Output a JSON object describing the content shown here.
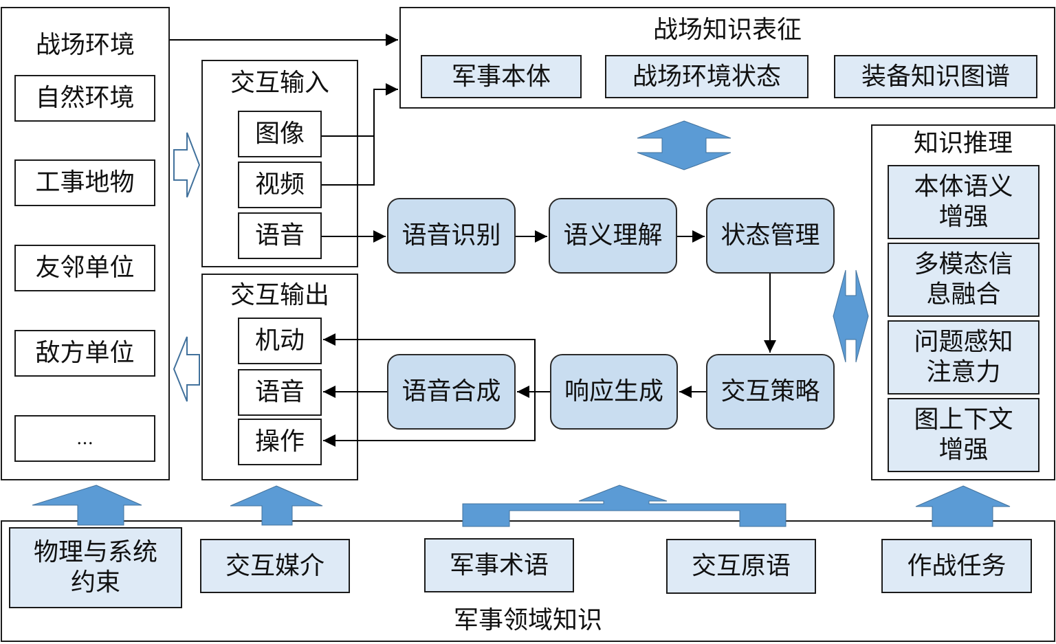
{
  "battlefield_env": {
    "title": "战场环境",
    "items": [
      "自然环境",
      "工事地物",
      "友邻单位",
      "敌方单位",
      "..."
    ]
  },
  "interaction_input": {
    "title": "交互输入",
    "items": [
      "图像",
      "视频",
      "语音"
    ]
  },
  "interaction_output": {
    "title": "交互输出",
    "items": [
      "机动",
      "语音",
      "操作"
    ]
  },
  "knowledge_repr": {
    "title": "战场知识表征",
    "items": [
      "军事本体",
      "战场环境状态",
      "装备知识图谱"
    ]
  },
  "knowledge_reasoning": {
    "title": "知识推理",
    "items": [
      "本体语义\n增强",
      "多模态信\n息融合",
      "问题感知\n注意力",
      "图上下文\n增强"
    ]
  },
  "pipeline": {
    "speech_recognition": "语音识别",
    "semantic_understanding": "语义理解",
    "state_management": "状态管理",
    "interaction_strategy": "交互策略",
    "response_generation": "响应生成",
    "speech_synthesis": "语音合成"
  },
  "domain_knowledge": {
    "title": "军事领域知识",
    "items": [
      "物理与系统\n约束",
      "交互媒介",
      "军事术语",
      "交互原语",
      "作战任务"
    ]
  },
  "colors": {
    "arrow_fill": "#5b9bd5",
    "arrow_outline": "#41719c",
    "light_box": "#deeaf6",
    "rounded_box": "#c9ddf0"
  }
}
